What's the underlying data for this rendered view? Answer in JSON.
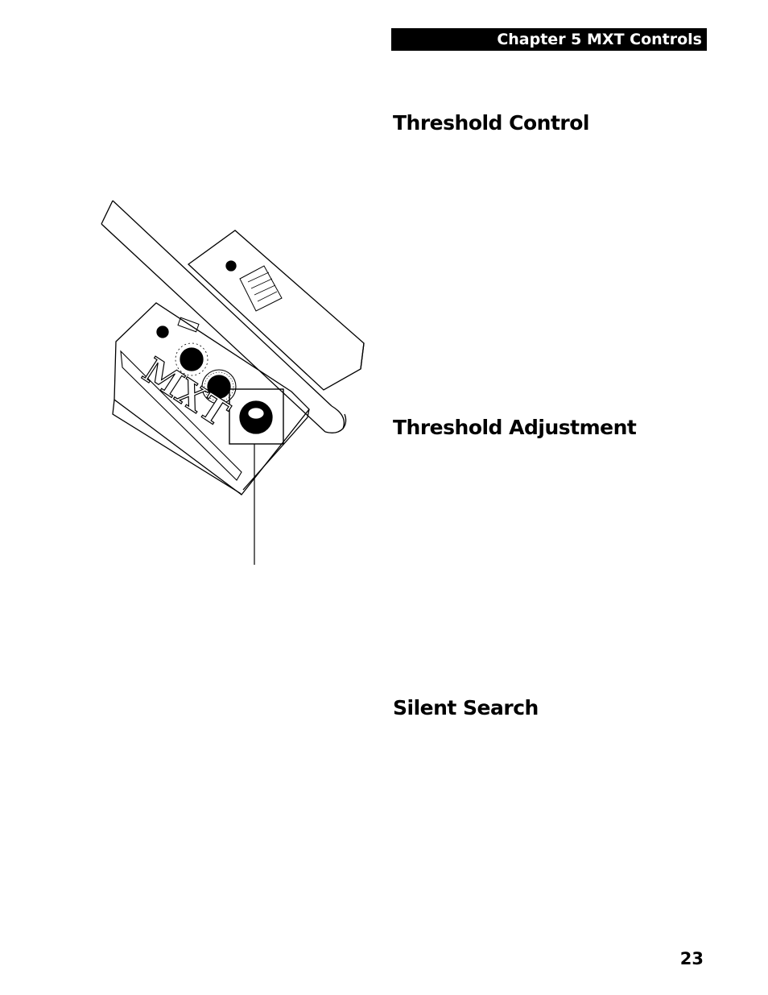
{
  "header": {
    "chapter_title": "Chapter 5 MXT Controls"
  },
  "sections": [
    {
      "title": "Threshold Control"
    },
    {
      "title": "Threshold Adjustment"
    },
    {
      "title": "Silent Search"
    }
  ],
  "illustration": {
    "brand_mark": "MXT"
  },
  "footer": {
    "page_number": "23"
  }
}
